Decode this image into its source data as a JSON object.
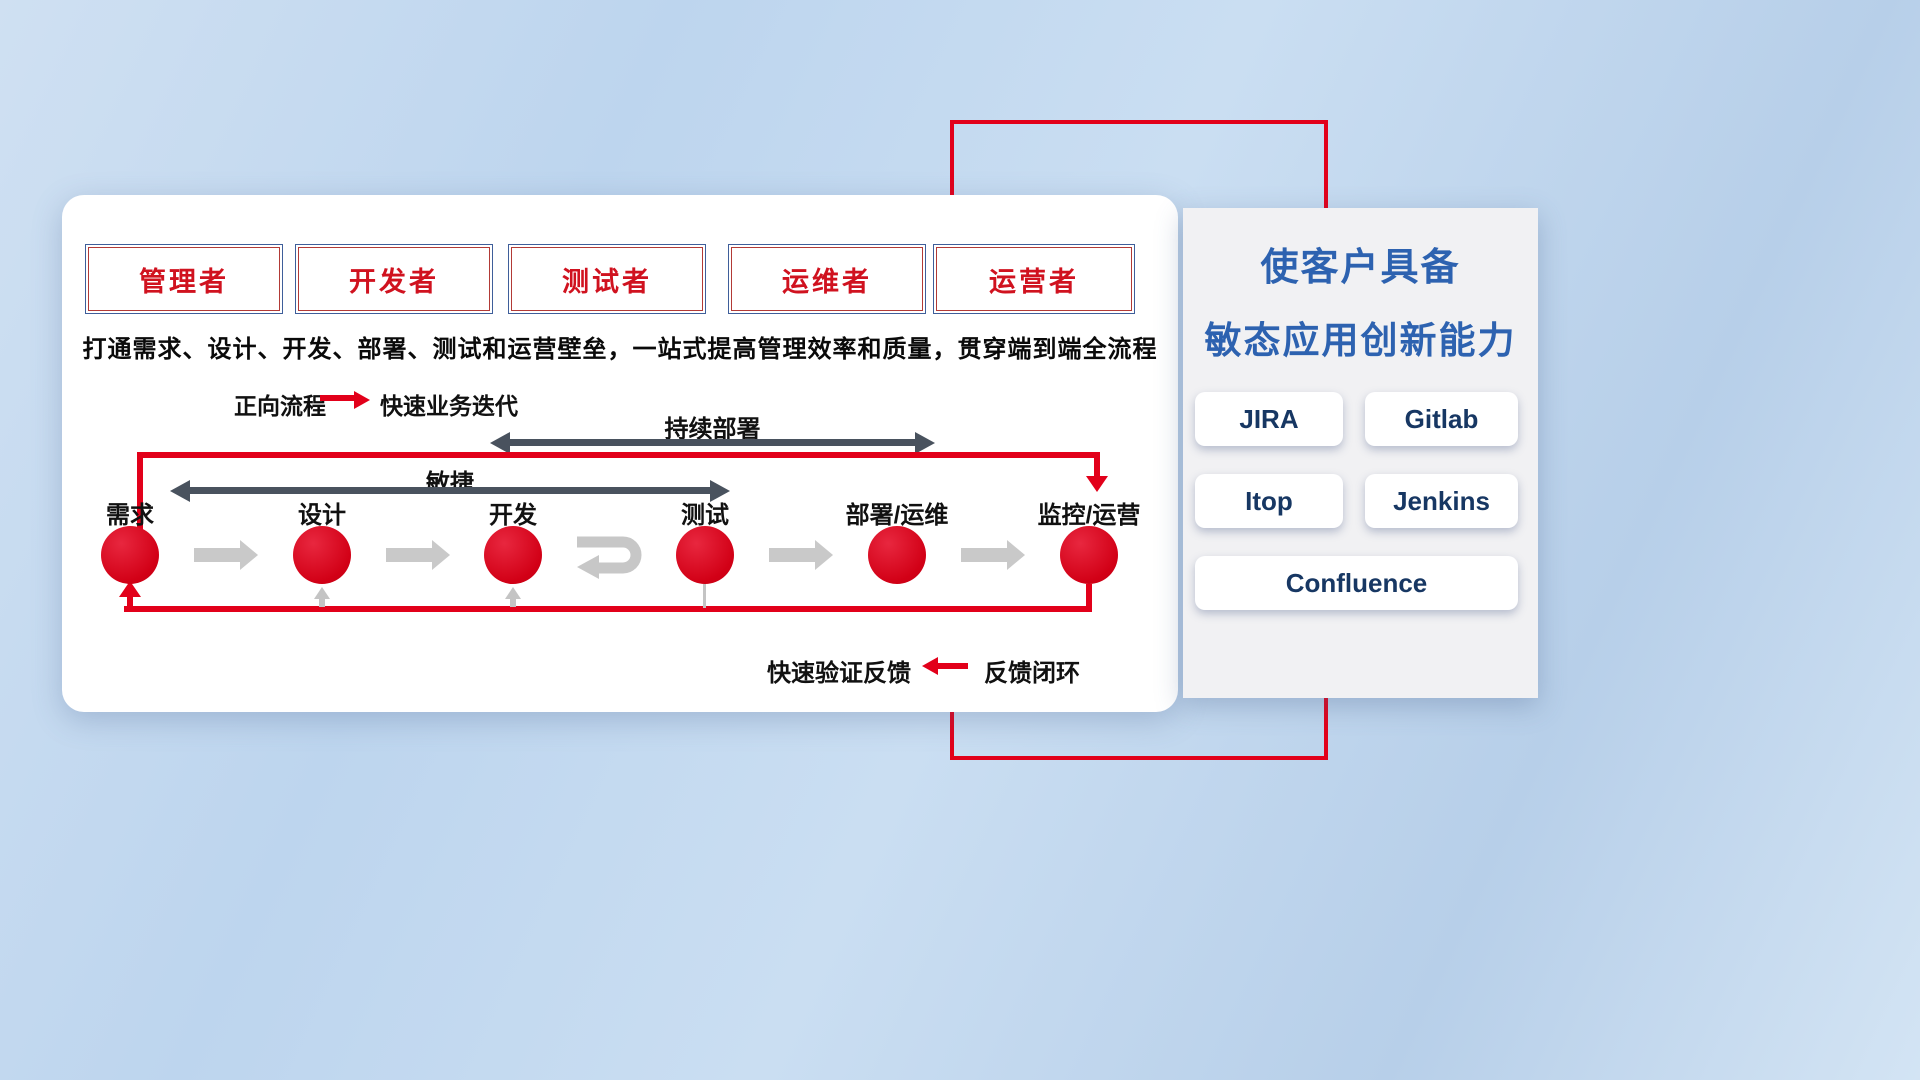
{
  "colors": {
    "accent_red": "#e2001a",
    "title_blue": "#2d62b0"
  },
  "roles": [
    "管理者",
    "开发者",
    "测试者",
    "运维者",
    "运营者"
  ],
  "description": "打通需求、设计、开发、部署、测试和运营壁垒，一站式提高管理效率和质量，贯穿端到端全流程",
  "legend": {
    "forward_label": "正向流程",
    "forward_desc": "快速业务迭代"
  },
  "flow": {
    "cd_label": "持续部署",
    "agile_label": "敏捷",
    "stages": [
      "需求",
      "设计",
      "开发",
      "测试",
      "部署/运维",
      "监控/运营"
    ],
    "feedback_fast_label": "快速验证反馈",
    "feedback_loop_label": "反馈闭环"
  },
  "right_panel": {
    "title_line1": "使客户具备",
    "title_line2": "敏态应用创新能力",
    "tools": [
      "JIRA",
      "Gitlab",
      "Itop",
      "Jenkins",
      "Confluence"
    ]
  }
}
